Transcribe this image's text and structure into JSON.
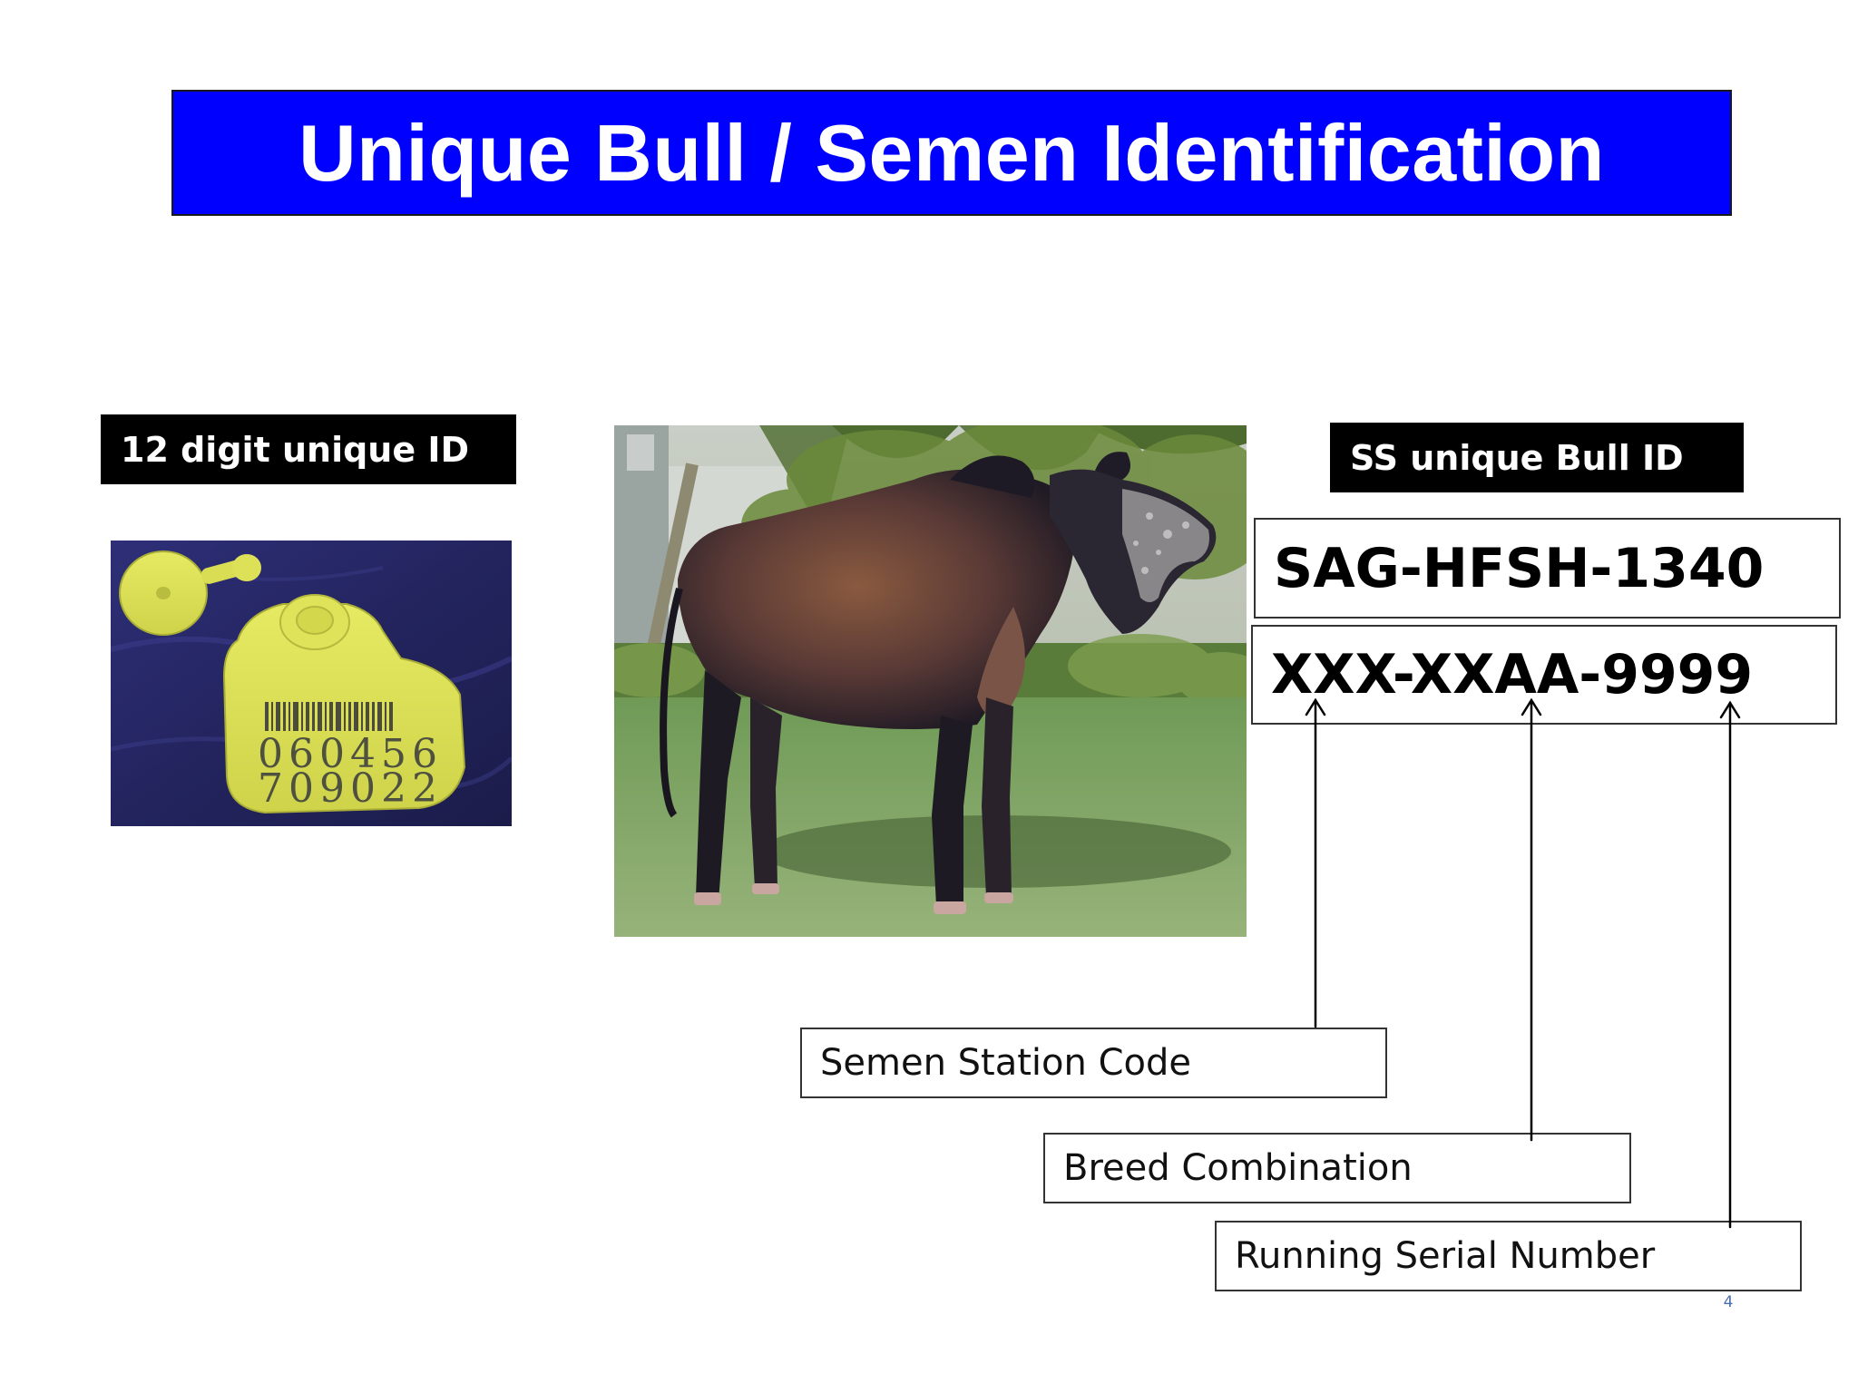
{
  "slide": {
    "title": "Unique Bull / Semen Identification",
    "page_number": "4",
    "colors": {
      "title_bg": "#0000ff",
      "title_text": "#ffffff",
      "label_bg": "#000000"
    }
  },
  "ear_tag": {
    "label": "12 digit unique ID",
    "image": {
      "icon": "ear-tag-photo",
      "tag_line_1": "060456",
      "tag_line_2": "709022"
    }
  },
  "bull_photo": {
    "icon": "bull-photo"
  },
  "bull_id": {
    "label": "SS unique Bull ID",
    "example_id": "SAG-HFSH-1340",
    "format": "XXX-XXAA-9999"
  },
  "callouts": [
    {
      "text": "Semen Station Code"
    },
    {
      "text": "Breed Combination"
    },
    {
      "text": "Running Serial Number"
    }
  ]
}
